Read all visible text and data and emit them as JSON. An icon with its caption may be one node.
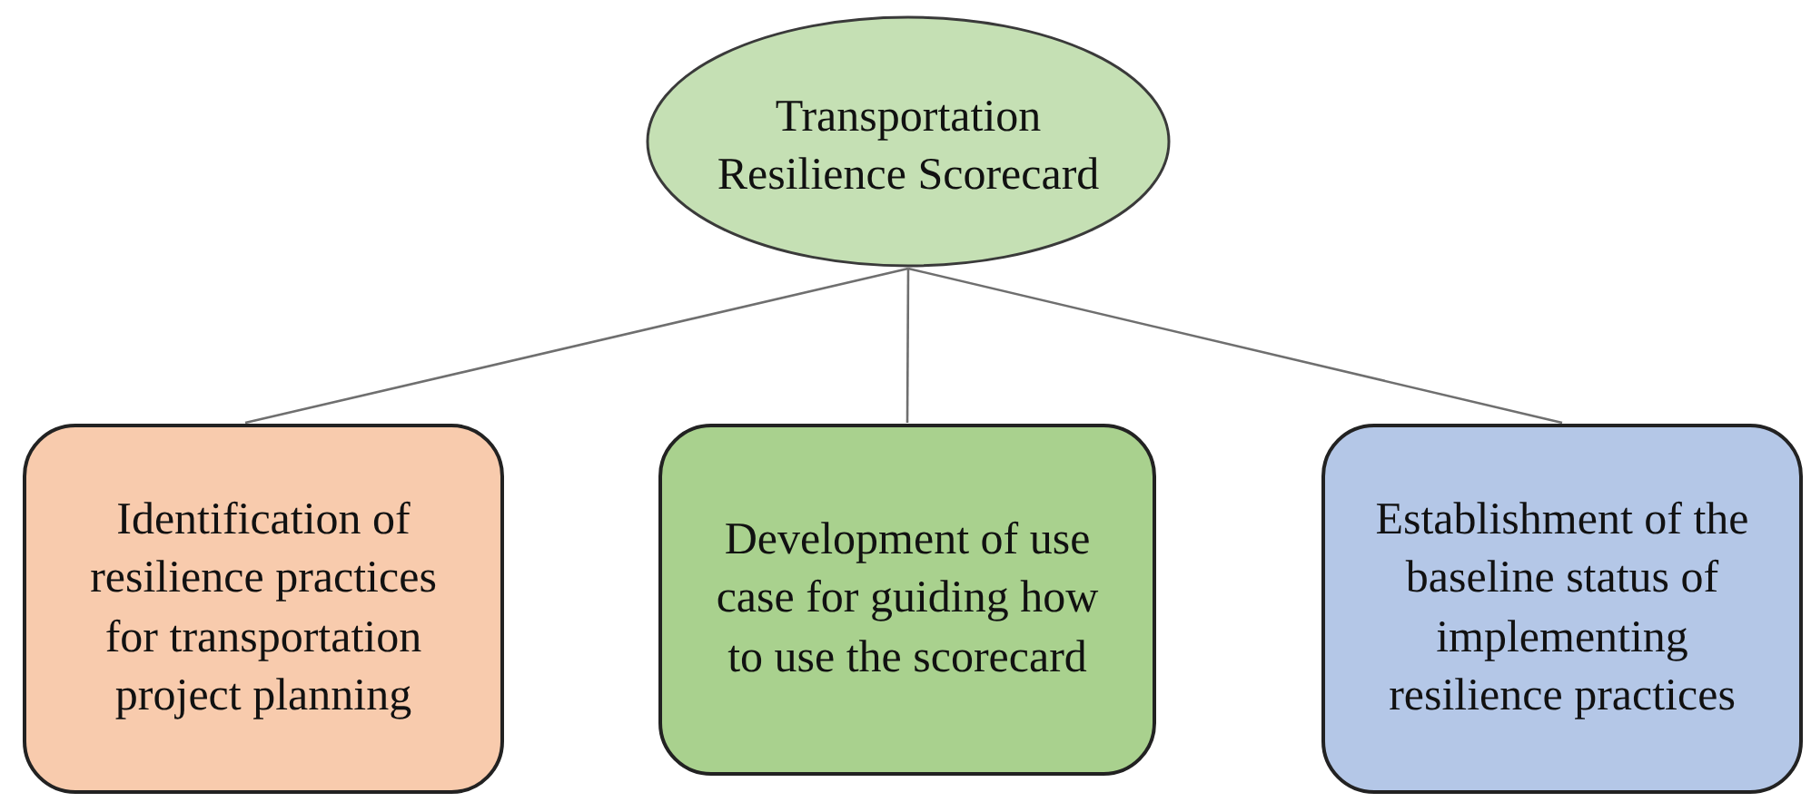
{
  "diagram": {
    "nodes": [
      {
        "text": [
          "Transportation Resilience Scorecard"
        ]
      },
      {
        "text": [
          "Identification of resilience practices for transportation project planning"
        ]
      },
      {
        "text": [
          "Development of use case for guiding how to use the scorecard"
        ]
      },
      {
        "text": [
          "Establishment of the baseline status of implementing resilience practices"
        ]
      }
    ],
    "edges": [
      {
        "from": 0,
        "to": 1,
        "arrow": "none"
      },
      {
        "from": 0,
        "to": 2,
        "arrow": "none"
      },
      {
        "from": 0,
        "to": 3,
        "arrow": "none"
      }
    ]
  }
}
